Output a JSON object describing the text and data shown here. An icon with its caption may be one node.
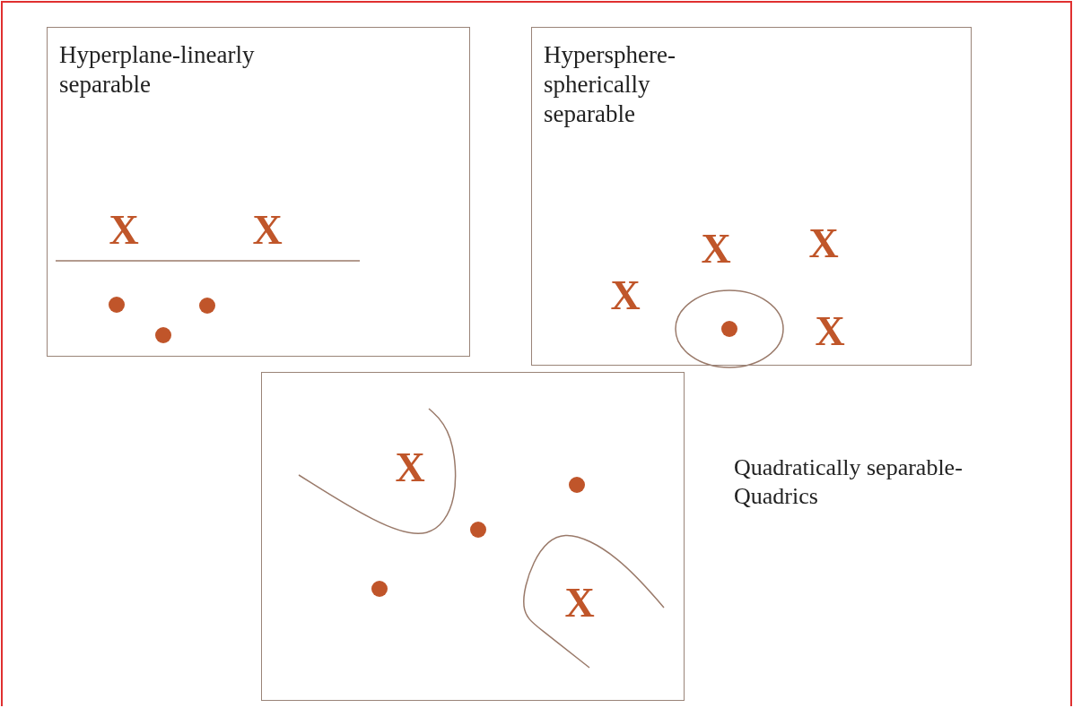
{
  "diagram": {
    "nodes": [
      {
        "text": [
          "Hyperplane-linearly separable"
        ]
      },
      {
        "text": [
          "Hypersphere- spherically separable"
        ]
      },
      {
        "text": [],
        "shape": "box",
        "beside": [
          "Quadratically separable- Quadrics"
        ]
      }
    ],
    "labels": [
      "X",
      "X",
      "X",
      "X",
      "X",
      "X",
      "X",
      "X"
    ]
  }
}
